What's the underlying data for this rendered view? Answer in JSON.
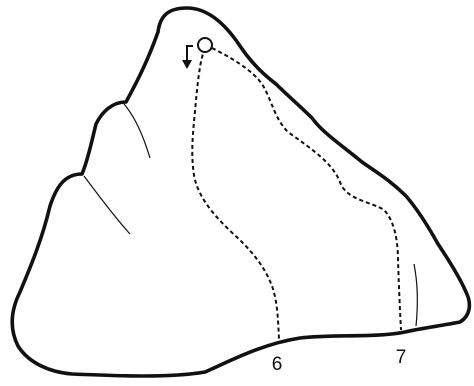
{
  "topo": {
    "colors": {
      "ink": "#111111",
      "background": "#ffffff"
    },
    "anchor": {
      "icon": "ring-anchor-icon"
    },
    "lower_arrow": {
      "icon": "lower-off-arrow-icon"
    },
    "routes": [
      {
        "number": "6",
        "style": "dashed"
      },
      {
        "number": "7",
        "style": "dashed"
      }
    ]
  }
}
